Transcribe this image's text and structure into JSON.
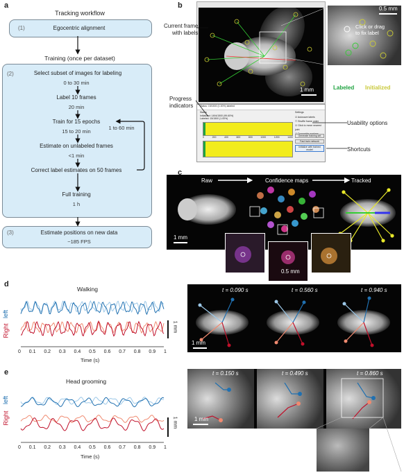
{
  "panels": {
    "a": "a",
    "b": "b",
    "c": "c",
    "d": "d",
    "e": "e"
  },
  "workflow": {
    "title": "Tracking workflow",
    "step1_num": "(1)",
    "step1_label": "Egocentric alignment",
    "training_header": "Training (once per dataset)",
    "step2_num": "(2)",
    "sub1": "Select subset of images for labeling",
    "sub1_time": "0 to 30 min",
    "sub2": "Label 10 frames",
    "sub2_time": "20 min",
    "sub3": "Train for 15 epochs",
    "sub3_time": "15 to 20 min",
    "sub4": "Estimate on unlabeled frames",
    "sub4_time": "<1 min",
    "sub5": "Correct label estimates on 50 frames",
    "sub5_time": "1 to 60 min",
    "sub6": "Full training",
    "sub6_time": "1 h",
    "step3_num": "(3)",
    "step3_label": "Estimate positions on new data",
    "step3_time": "~185 FPS"
  },
  "panel_b": {
    "current_frame": "Current frame\nwith labels",
    "progress": "Progress\nindicators",
    "usability": "Usability options",
    "shortcuts": "Shortcuts",
    "click_drag": "Click or drag\nto fix label",
    "labeled": "Labeled",
    "initialized": "Initialized",
    "scale_1mm": "1 mm",
    "scale_05mm": "0.5 mm",
    "window_title": "Status: 15/1500 (1.00%) labeled",
    "status_header": "Status",
    "initialized_count": "Initialized: 1494/1500 (99.60%)",
    "labeled_count": "Labeled: 15/1500 (1.00%)",
    "settings_header": "Settings",
    "options": [
      "Autosave labels",
      "Shuffle frame order",
      "Click to move nearest joint",
      "Draggable markers"
    ],
    "buttons": [
      "Generate training set",
      "Fast train network",
      "Initialize with trained model"
    ],
    "axis_ticks": [
      "0",
      "200",
      "400",
      "600",
      "800",
      "1000",
      "1200",
      "1400"
    ],
    "colors": {
      "labeled": "#1fa340",
      "initialized": "#c9c93a"
    }
  },
  "panel_c": {
    "raw": "Raw",
    "confidence": "Confidence maps",
    "tracked": "Tracked",
    "scale_1mm": "1 mm",
    "scale_05mm": "0.5 mm"
  },
  "panel_d": {
    "title": "Walking",
    "y_left": "left",
    "y_right": "Right",
    "scale": "1 mm",
    "xlabel": "Time (s)",
    "xticks": [
      "0",
      "0.1",
      "0.2",
      "0.3",
      "0.4",
      "0.5",
      "0.6",
      "0.7",
      "0.8",
      "0.9",
      "1"
    ],
    "times": [
      "t = 0.090 s",
      "t = 0.560 s",
      "t = 0.940 s"
    ],
    "scale_img": "1 mm"
  },
  "panel_e": {
    "title": "Head grooming",
    "y_left": "left",
    "y_right": "Right",
    "scale": "1 mm",
    "xlabel": "Time (s)",
    "xticks": [
      "0",
      "0.1",
      "0.2",
      "0.3",
      "0.4",
      "0.5",
      "0.6",
      "0.7",
      "0.8",
      "0.9",
      "1"
    ],
    "times": [
      "t = 0.150 s",
      "t = 0.490 s",
      "t = 0.860 s"
    ],
    "scale_img": "1 mm"
  },
  "colors": {
    "flow_fill": "#d8ecf8",
    "blue_dark": "#2070b0",
    "blue_light": "#9cc8e8",
    "red_dark": "#c0102a",
    "red_light": "#f08a70",
    "yellow": "#f2ec1c",
    "green": "#1fa340"
  }
}
